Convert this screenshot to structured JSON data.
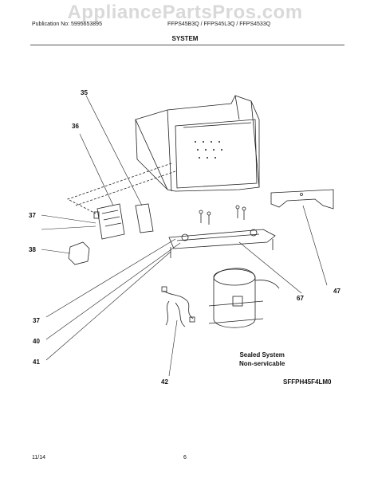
{
  "watermark": "AppliancePartsPros.com",
  "header": {
    "publication": "Publication No: 5995653895",
    "models": "FFPS45B3Q / FFPS45L3Q / FFPS4533Q",
    "section": "SYSTEM"
  },
  "callouts": {
    "c35": "35",
    "c36": "36",
    "c37a": "37",
    "c38": "38",
    "c47": "47",
    "c67": "67",
    "c37b": "37",
    "c40": "40",
    "c41": "41",
    "c42": "42"
  },
  "note": {
    "line1": "Sealed System",
    "line2": "Non-servicable"
  },
  "diagram_code": "SFFPH45F4LM0",
  "footer": {
    "date": "11/14",
    "page": "6"
  }
}
